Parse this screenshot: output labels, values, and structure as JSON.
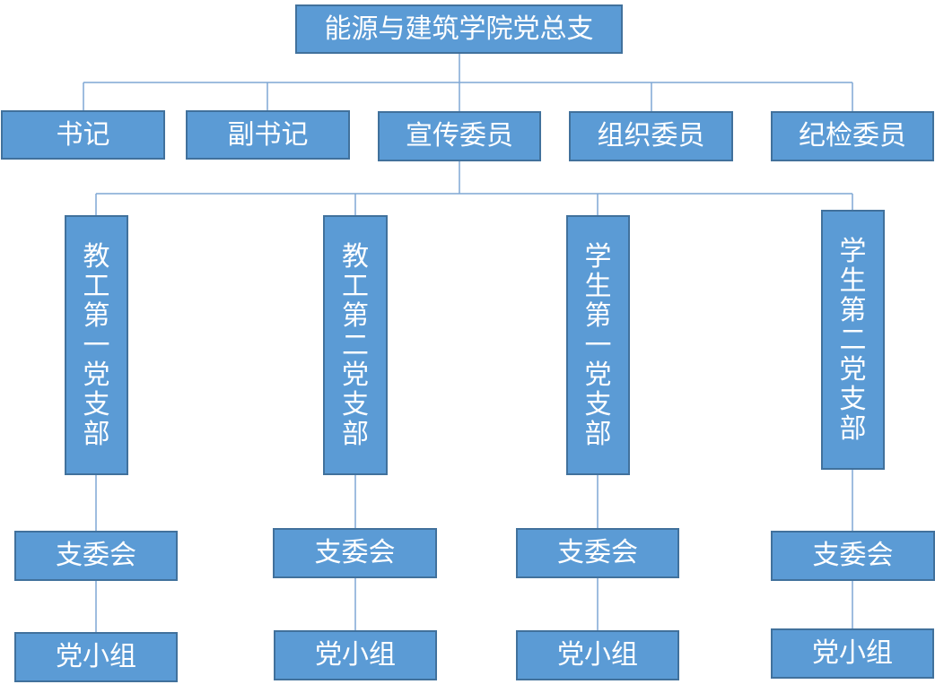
{
  "root": {
    "label": "能源与建筑学院党总支"
  },
  "committee": [
    {
      "label": "书记"
    },
    {
      "label": "副书记"
    },
    {
      "label": "宣传委员"
    },
    {
      "label": "组织委员"
    },
    {
      "label": "纪检委员"
    }
  ],
  "branches": [
    {
      "label": "教工第一党支部",
      "committee": "支委会",
      "group": "党小组"
    },
    {
      "label": "教工第二党支部",
      "committee": "支委会",
      "group": "党小组"
    },
    {
      "label": "学生第一党支部",
      "committee": "支委会",
      "group": "党小组"
    },
    {
      "label": "学生第二党支部",
      "committee": "支委会",
      "group": "党小组"
    }
  ],
  "colors": {
    "box_fill": "#5b9bd5",
    "box_border": "#41719c",
    "connector": "#7fa7d4",
    "text": "#ffffff"
  }
}
